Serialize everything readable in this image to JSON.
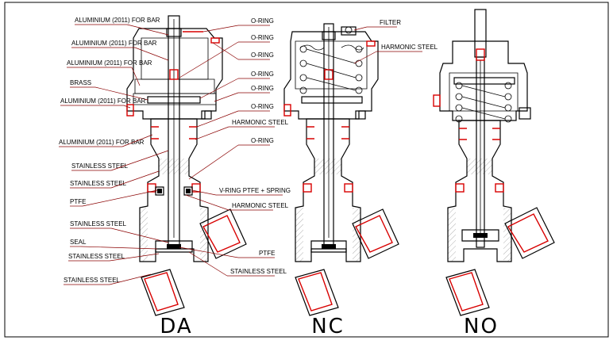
{
  "valves": [
    {
      "id": "da",
      "caption": "DA"
    },
    {
      "id": "nc",
      "caption": "NC"
    },
    {
      "id": "no",
      "caption": "NO"
    }
  ],
  "labels_left": [
    "ALUMINIUM (2011) FOR BAR",
    "ALUMINIUM (2011) FOR BAR",
    "ALUMINIUM (2011) FOR BAR",
    "BRASS",
    "ALUMINIUM (2011) FOR BAR",
    "ALUMINIUM (2011) FOR BAR",
    "STAINLESS STEEL",
    "STAINLESS STEEL",
    "PTFE",
    "STAINLESS STEEL",
    "SEAL",
    "STAINLESS STEEL",
    "STAINLESS STEEL"
  ],
  "labels_right": [
    "O-RING",
    "O-RING",
    "O-RING",
    "O-RING",
    "O-RING",
    "O-RING",
    "HARMONIC STEEL",
    "O-RING",
    "V-RING PTFE + SPRING",
    "HARMONIC STEEL",
    "PTFE",
    "STAINLESS STEEL"
  ],
  "labels_nc": [
    "FILTER",
    "HARMONIC STEEL"
  ],
  "colors": {
    "line": "#000000",
    "accent": "#d80000",
    "leader": "#8a0000",
    "frame": "#000000"
  }
}
